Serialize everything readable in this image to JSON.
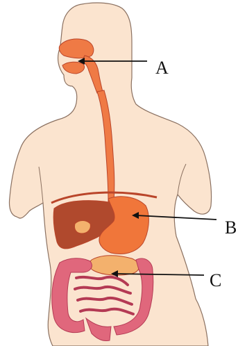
{
  "labels": {
    "a": "A",
    "b": "B",
    "c": "C"
  },
  "colors": {
    "skin": "#fbe4cf",
    "skin_outline": "#8a7060",
    "tract": "#ef7a45",
    "tract_dark": "#b9452a",
    "liver": "#b0492d",
    "stomach": "#f0763a",
    "pancreas": "#f3b16d",
    "intestine": "#e0677c",
    "intestine_dark": "#b43a54",
    "arrow": "#111111"
  }
}
